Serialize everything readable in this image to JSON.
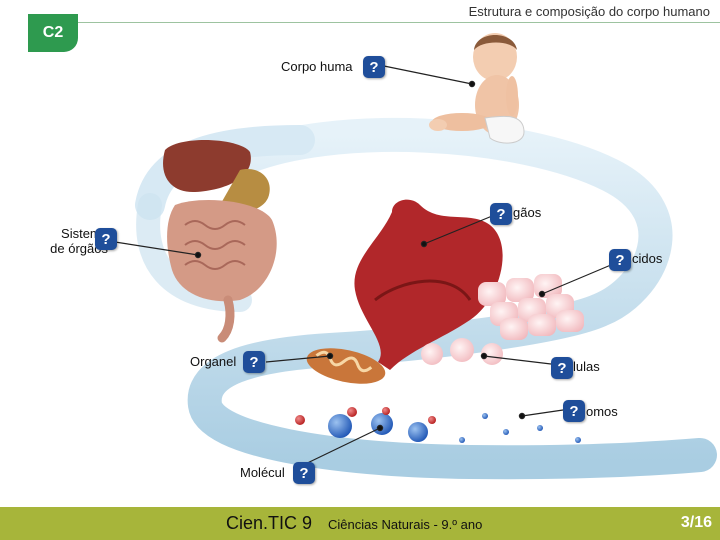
{
  "header": {
    "chapter": "C2",
    "title": "Estrutura e composição do corpo humano"
  },
  "labels": {
    "corpo": "Corpo huma",
    "orgaos": "gãos",
    "sistemas_line1": "Sistema",
    "sistemas_line2": "de órgãos",
    "tecidos": "cidos",
    "organelos": "Organel",
    "celulas": "lulas",
    "atomos": "omos",
    "moleculas": "Molécul"
  },
  "question_mark": "?",
  "footer": {
    "brand": "Cien.TIC 9",
    "subtitle": "Ciências Naturais - 9.º ano",
    "page": "3/16"
  },
  "colors": {
    "accent_green": "#2e9a4f",
    "question_blue": "#1f4e9a",
    "footer_olive": "#a7b53a",
    "spiral_blue": "#bcd9ea"
  }
}
